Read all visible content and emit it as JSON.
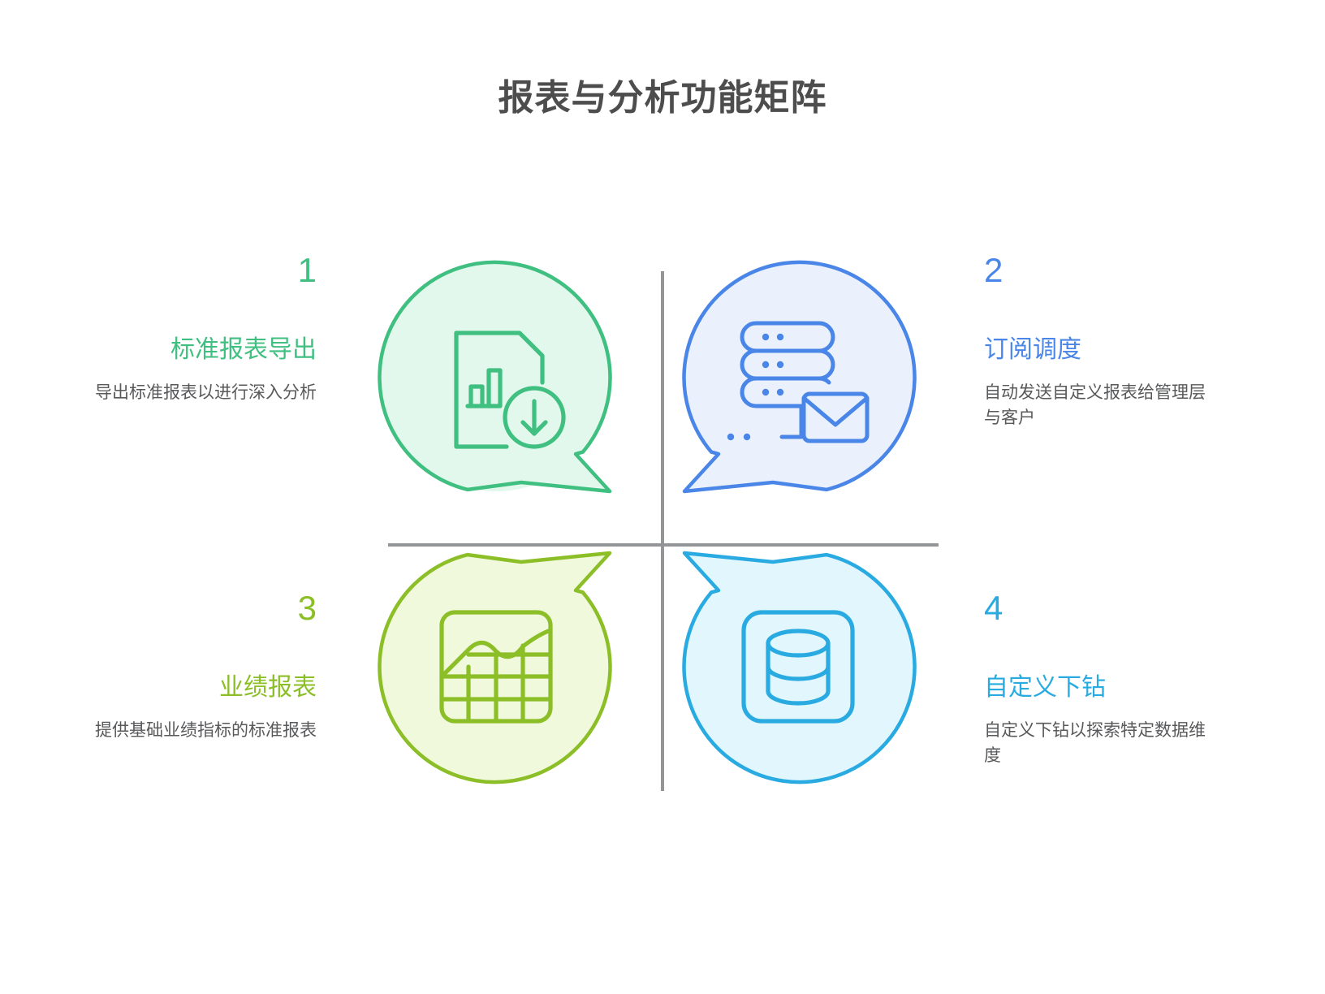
{
  "title": "报表与分析功能矩阵",
  "colors": {
    "green": "#3FBF80",
    "blue": "#4A86E8",
    "olive": "#8CBF27",
    "cyan": "#29ABE2",
    "green_fill": "#E3F8EC",
    "blue_fill": "#EAF1FD",
    "olive_fill": "#F1F9DC",
    "cyan_fill": "#E2F6FD",
    "divider": "#939598",
    "title_text": "#4d4d4d",
    "body_text": "#58595b"
  },
  "quadrants": [
    {
      "number": "1",
      "heading": "标准报表导出",
      "description": "导出标准报表以进行深入分析",
      "icon": "document-bar-chart-download-icon",
      "accent": "#3FBF80"
    },
    {
      "number": "2",
      "heading": "订阅调度",
      "description": "自动发送自定义报表给管理层与客户",
      "icon": "server-stack-email-icon",
      "accent": "#4A86E8"
    },
    {
      "number": "3",
      "heading": "业绩报表",
      "description": "提供基础业绩指标的标准报表",
      "icon": "grid-area-chart-icon",
      "accent": "#8CBF27"
    },
    {
      "number": "4",
      "heading": "自定义下钻",
      "description": "自定义下钻以探索特定数据维度",
      "icon": "database-cylinder-icon",
      "accent": "#29ABE2"
    }
  ]
}
